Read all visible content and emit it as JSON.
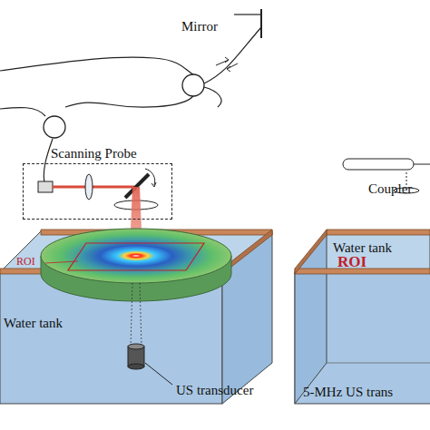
{
  "diagram": {
    "nodes": [
      {
        "text": [
          "Scanning Probe"
        ]
      },
      {
        "text": [
          "Water tank"
        ]
      },
      {
        "text": [
          "Water tank"
        ]
      }
    ],
    "labels": [
      "Mirror",
      "ROI",
      "US transducer",
      "Coupler",
      "ROI",
      "5-MHz US trans"
    ]
  }
}
